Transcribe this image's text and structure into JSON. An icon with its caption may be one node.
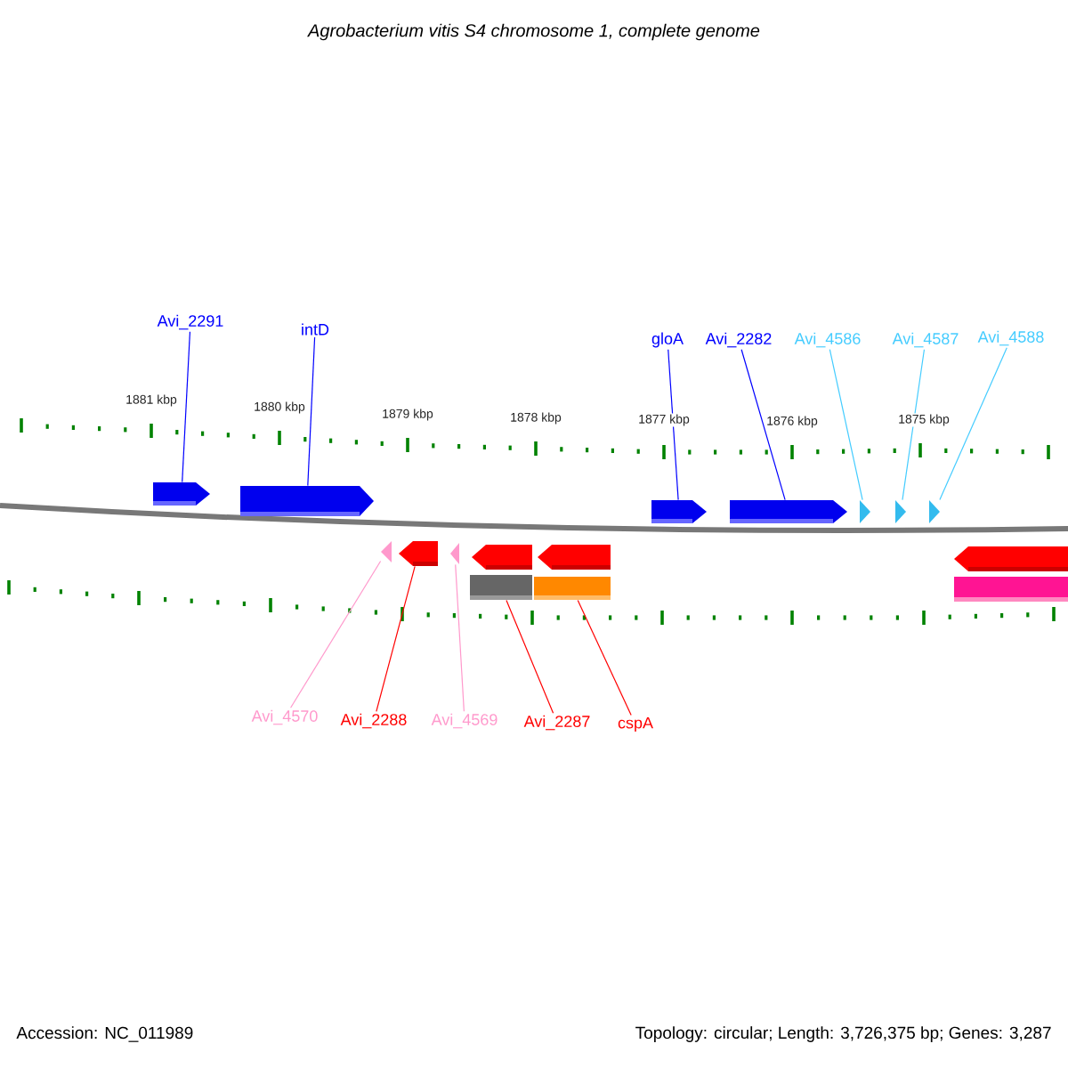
{
  "diagram": {
    "title": "Agrobacterium vitis S4 chromosome 1, complete genome",
    "nodes": [
      {
        "text": [
          "Avi_2291"
        ]
      },
      {
        "text": [
          "intD"
        ]
      },
      {
        "text": [
          "gloA"
        ]
      },
      {
        "text": [
          "Avi_2282"
        ]
      },
      {
        "text": [
          "Avi_4586"
        ]
      },
      {
        "text": [
          "Avi_4587"
        ]
      },
      {
        "text": [
          "Avi_4588"
        ]
      },
      {
        "text": [],
        "shape": "arrow"
      },
      {
        "text": [],
        "shape": "arrow"
      },
      {
        "text": [],
        "shape": "arrow"
      },
      {
        "text": [],
        "shape": "arrow"
      },
      {
        "text": [],
        "shape": "arrow"
      },
      {
        "text": [],
        "shape": "arrow"
      },
      {
        "text": [],
        "shape": "arrow"
      },
      {
        "text": [],
        "shape": "arrow"
      },
      {
        "text": [],
        "shape": "arrow"
      },
      {
        "text": [],
        "shape": "arrow"
      },
      {
        "text": [],
        "shape": "arrow"
      },
      {
        "text": [],
        "shape": "arrow"
      },
      {
        "text": [],
        "shape": "arrow"
      },
      {
        "text": [],
        "shape": "bar"
      },
      {
        "text": [],
        "shape": "bar"
      },
      {
        "text": [],
        "shape": "bar"
      },
      {
        "text": [
          "Avi_4570"
        ]
      },
      {
        "text": [
          "Avi_2288"
        ]
      },
      {
        "text": [
          "Avi_4569"
        ]
      },
      {
        "text": [
          "Avi_2287"
        ]
      },
      {
        "text": [
          "cspA"
        ]
      }
    ],
    "edges": [
      {
        "from": 0,
        "to": 7,
        "arrow": "none",
        "color": "#0000ff"
      },
      {
        "from": 1,
        "to": 8,
        "arrow": "none",
        "color": "#0000ff"
      },
      {
        "from": 2,
        "to": 9,
        "arrow": "none",
        "color": "#0000ff"
      },
      {
        "from": 3,
        "to": 10,
        "arrow": "none",
        "color": "#0000ff"
      },
      {
        "from": 4,
        "to": 11,
        "arrow": "none",
        "color": "#44ccff"
      },
      {
        "from": 5,
        "to": 12,
        "arrow": "none",
        "color": "#44ccff"
      },
      {
        "from": 6,
        "to": 13,
        "arrow": "none",
        "color": "#44ccff"
      },
      {
        "from": 23,
        "to": 14,
        "arrow": "none",
        "color": "#ff99cc"
      },
      {
        "from": 24,
        "to": 15,
        "arrow": "none",
        "color": "#ff0000"
      },
      {
        "from": 25,
        "to": 16,
        "arrow": "none",
        "color": "#ff99cc"
      },
      {
        "from": 26,
        "to": 20,
        "arrow": "none",
        "color": "#ff0000"
      },
      {
        "from": 27,
        "to": 21,
        "arrow": "none",
        "color": "#ff0000"
      }
    ],
    "labels": [
      "1881 kbp",
      "1880 kbp",
      "1879 kbp",
      "1878 kbp",
      "1877 kbp",
      "1876 kbp",
      "1875 kbp",
      "Accession: NC_011989",
      "Topology: circular; Length: 3,726,375 bp; Genes: 3,287"
    ]
  }
}
